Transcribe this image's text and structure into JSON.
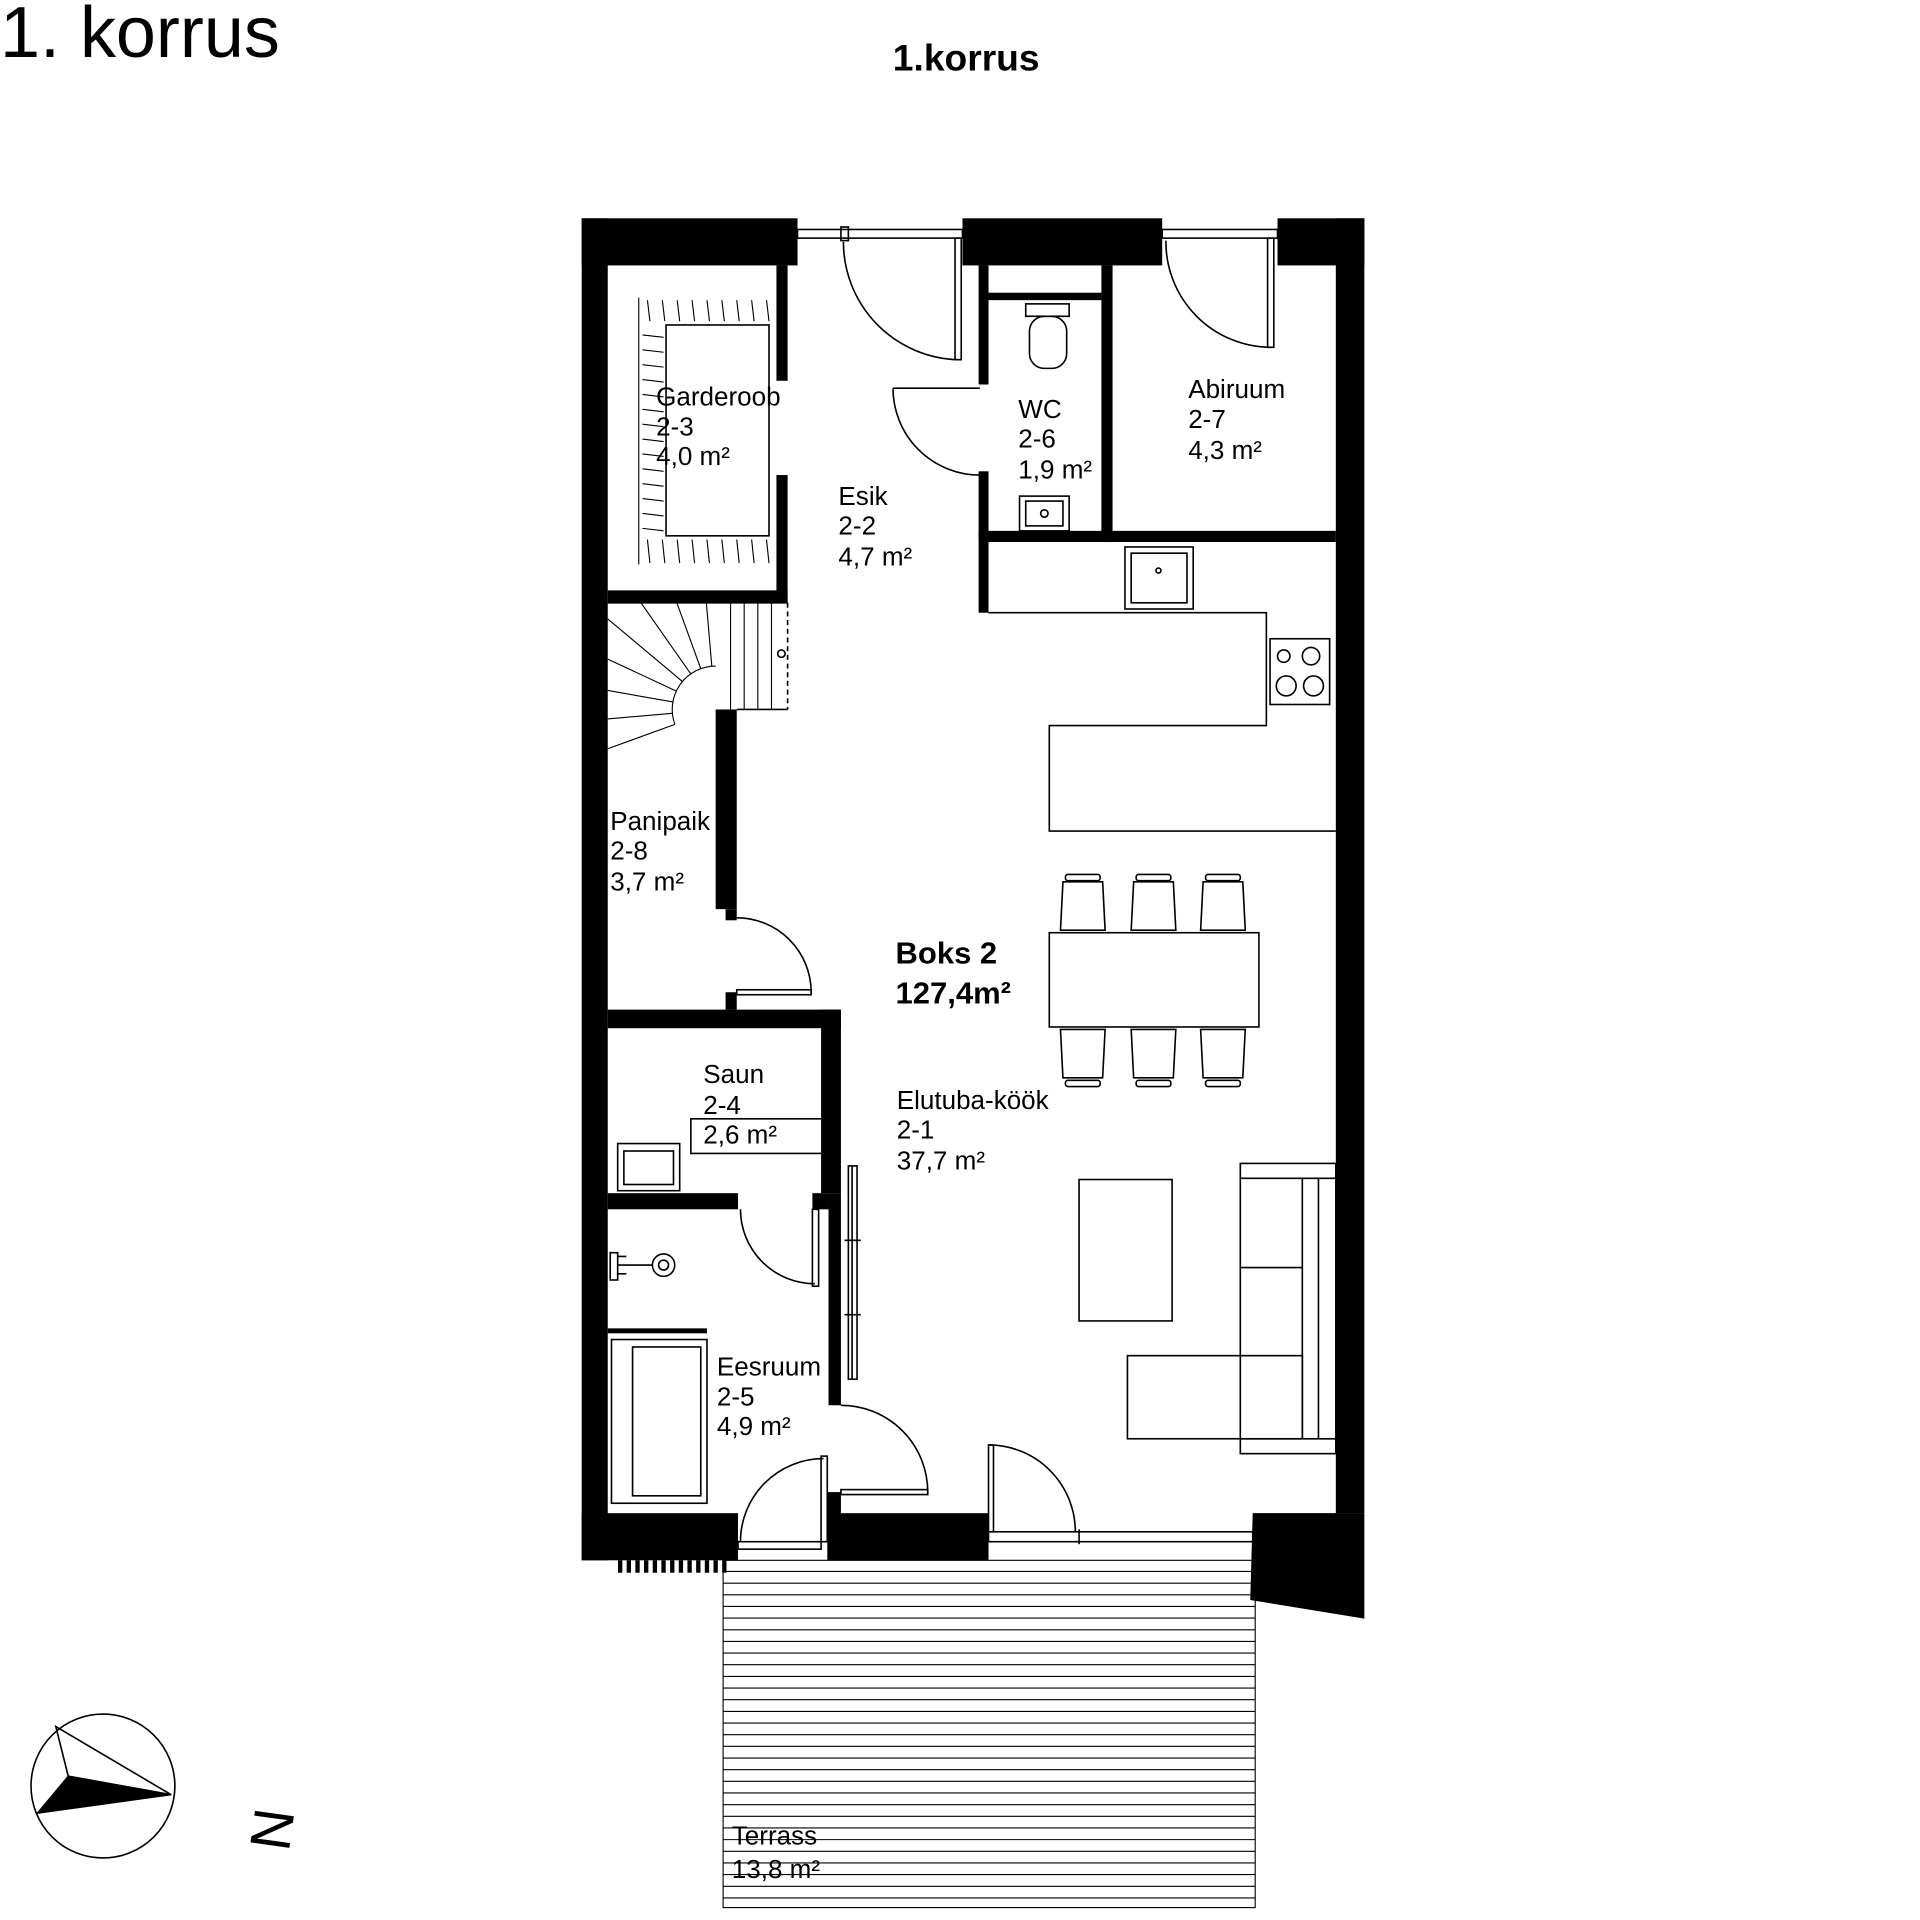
{
  "page": {
    "heading": "1. korrus",
    "title": "1.korrus"
  },
  "unit": {
    "name": "Boks 2",
    "area": "127,4m²"
  },
  "rooms": [
    {
      "name": "Garderoob",
      "code": "2-3",
      "area": "4,0 m²"
    },
    {
      "name": "Esik",
      "code": "2-2",
      "area": "4,7 m²"
    },
    {
      "name": "WC",
      "code": "2-6",
      "area": "1,9 m²"
    },
    {
      "name": "Abiruum",
      "code": "2-7",
      "area": "4,3 m²"
    },
    {
      "name": "Panipaik",
      "code": "2-8",
      "area": "3,7 m²"
    },
    {
      "name": "Saun",
      "code": "2-4",
      "area": "2,6 m²"
    },
    {
      "name": "Elutuba-köök",
      "code": "2-1",
      "area": "37,7 m²"
    },
    {
      "name": "Eesruum",
      "code": "2-5",
      "area": "4,9 m²"
    },
    {
      "name": "Terrass",
      "area": "13,8 m²"
    }
  ],
  "compass": {
    "label": "N"
  }
}
